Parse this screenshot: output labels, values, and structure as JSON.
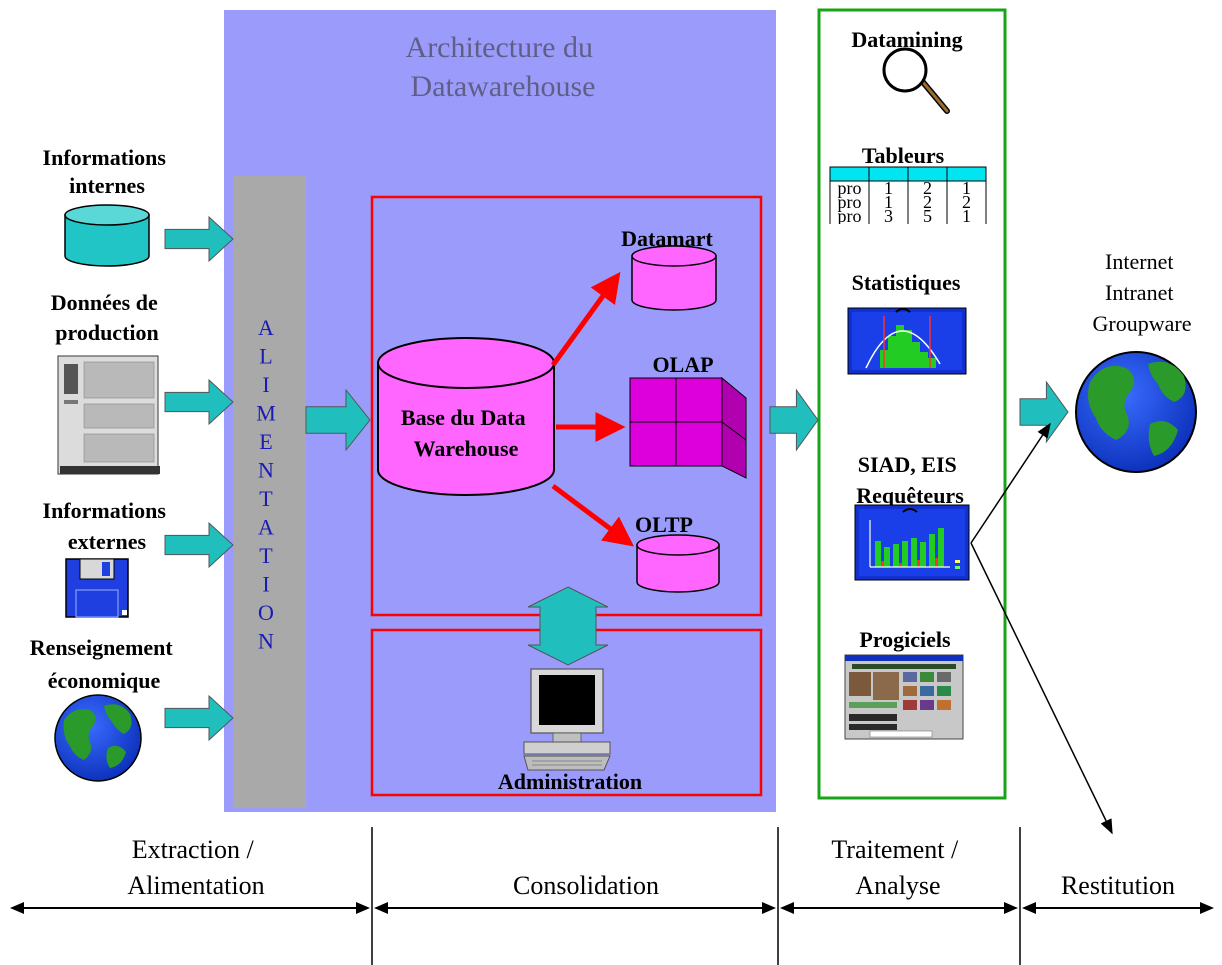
{
  "title": [
    "Architecture du",
    "Datawarehouse"
  ],
  "sources": [
    {
      "lines": [
        "Informations",
        "internes"
      ],
      "icon": "database-cylinder-icon"
    },
    {
      "lines": [
        "Données de",
        "production"
      ],
      "icon": "server-tower-icon"
    },
    {
      "lines": [
        "Informations",
        "externes"
      ],
      "icon": "floppy-disk-icon"
    },
    {
      "lines": [
        "Renseignement",
        "économique"
      ],
      "icon": "globe-icon"
    }
  ],
  "alimentation_letters": [
    "A",
    "L",
    "I",
    "M",
    "E",
    "N",
    "T",
    "A",
    "T",
    "I",
    "O",
    "N"
  ],
  "warehouse": {
    "lines": [
      "Base du Data",
      "Warehouse"
    ]
  },
  "targets": [
    "Datamart",
    "OLAP",
    "OLTP"
  ],
  "administration": "Administration",
  "analysis_tools": [
    {
      "lines": [
        "Datamining"
      ],
      "icon": "magnifier-icon"
    },
    {
      "lines": [
        "Tableurs"
      ],
      "icon": "spreadsheet-icon"
    },
    {
      "lines": [
        "Statistiques"
      ],
      "icon": "histogram-icon"
    },
    {
      "lines": [
        "SIAD, EIS",
        "Requêteurs"
      ],
      "icon": "bar-chart-icon"
    },
    {
      "lines": [
        "Progiciels"
      ],
      "icon": "software-window-icon"
    }
  ],
  "restitution_target": {
    "lines": [
      "Internet",
      "Intranet",
      "Groupware"
    ],
    "icon": "globe-icon"
  },
  "phases": [
    {
      "lines": [
        "Extraction /",
        "Alimentation"
      ]
    },
    {
      "lines": [
        "Consolidation"
      ]
    },
    {
      "lines": [
        "Traitement /",
        "Analyse"
      ]
    },
    {
      "lines": [
        "Restitution"
      ]
    }
  ],
  "spreadsheet": {
    "rows": [
      [
        "pro",
        "1",
        "2",
        "1"
      ],
      [
        "pro",
        "1",
        "2",
        "2"
      ],
      [
        "pro",
        "3",
        "5",
        "1"
      ]
    ]
  },
  "colors": {
    "panel": "#9b9bfb",
    "feed_bar": "#a9a9a9",
    "teal_arrow": "#21bebe",
    "magenta": "#ff66ff",
    "red": "#ff0000",
    "green_border": "#19a319",
    "title_text": "#5f5f86",
    "alimentation_text": "#1a1ab4"
  }
}
